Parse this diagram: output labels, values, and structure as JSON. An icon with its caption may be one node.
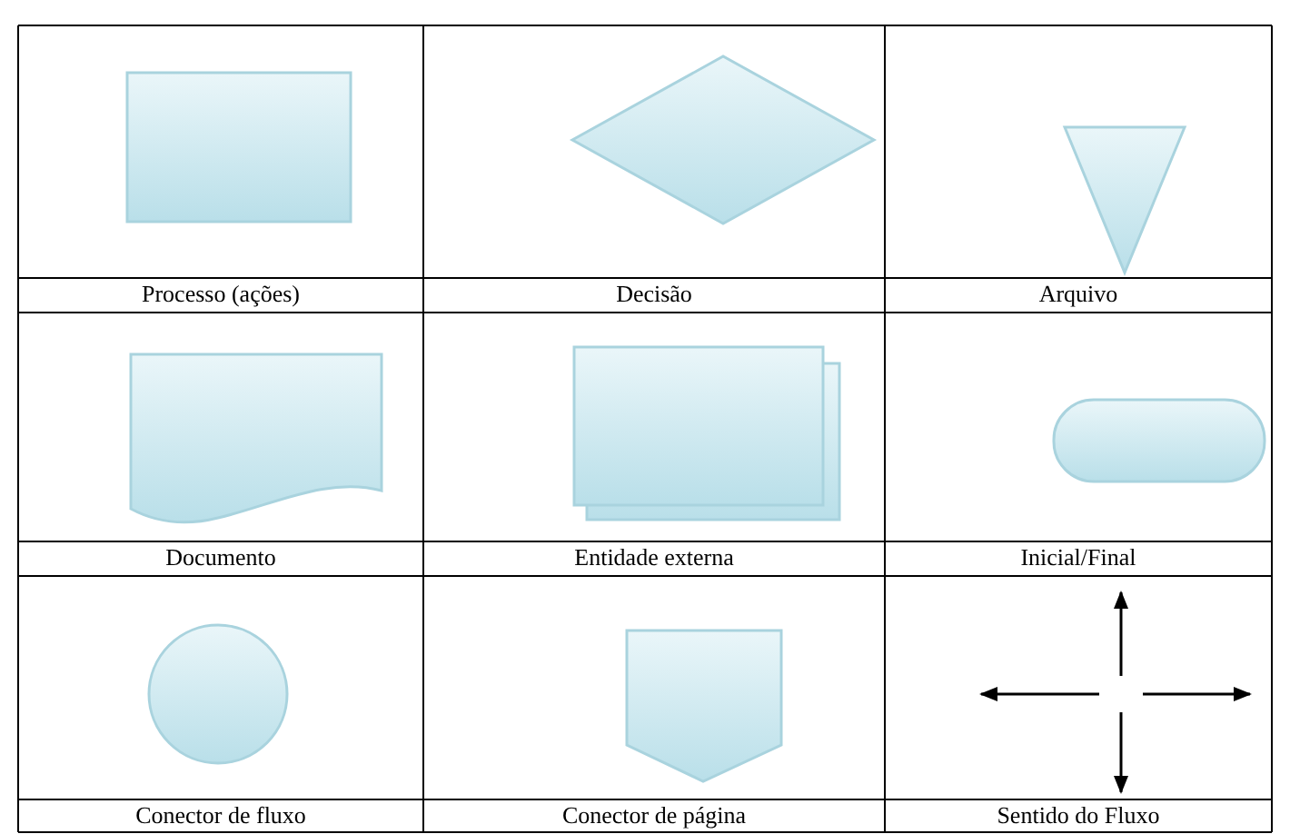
{
  "diagram": {
    "labels": [
      "Processo (ações)",
      "Decisão",
      "Arquivo",
      "Documento",
      "Entidade externa",
      "Inicial/Final",
      "Conector de fluxo",
      "Conector de página",
      "Sentido do Fluxo"
    ]
  }
}
